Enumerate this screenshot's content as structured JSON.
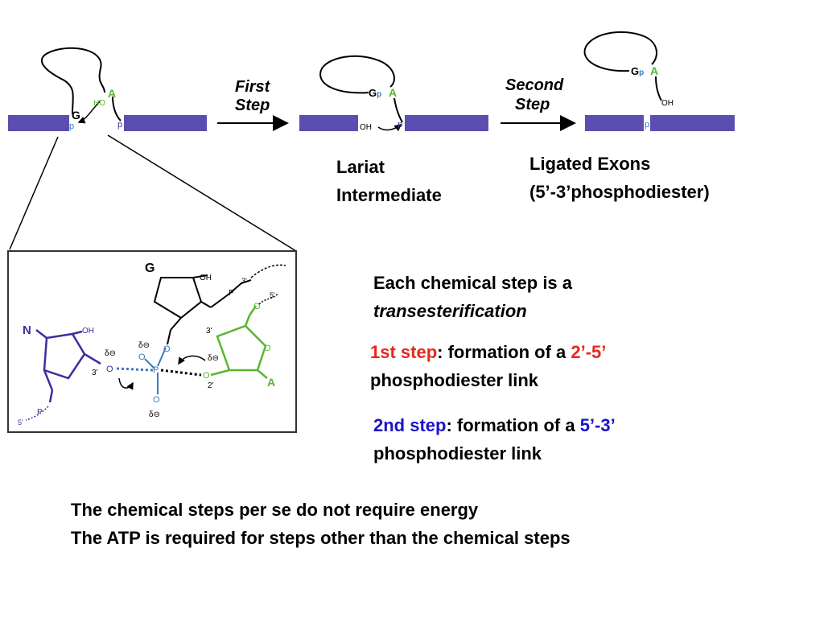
{
  "diagram": {
    "step1_arrow_label": [
      "First",
      "Step"
    ],
    "step2_arrow_label": [
      "Second",
      "Step"
    ],
    "splice_labels": {
      "G": "G",
      "A": "A",
      "HO": "HO",
      "p": "p",
      "OH": "OH",
      "Gp": "Gp"
    },
    "inset_labels": {
      "G": "G",
      "OH": "OH",
      "P": "P",
      "three_prime": "3'",
      "five_prime": "5'",
      "N": "N",
      "A": "A",
      "O": "O",
      "delta_minus": "δ⊖",
      "two_prime": "2'",
      "three_prime_dot": "3'"
    },
    "colors": {
      "exon": "#5a4fb0",
      "green": "#5ab52e",
      "blue_nuc": "#3a2f9e",
      "p_blue": "#3a78c0"
    }
  },
  "labels": {
    "lariat": [
      "Lariat",
      "Intermediate"
    ],
    "ligated": [
      "Ligated Exons",
      "(5’-3’phosphodiester)"
    ]
  },
  "text": {
    "each_step": "Each chemical step is a",
    "transesterification": "transesterification",
    "step1_prefix": "1st step",
    "step1_mid": ": formation of a ",
    "step1_link": "2’-5’",
    "step1_tail": "phosphodiester link",
    "step2_prefix": "2nd step",
    "step2_mid": ": formation of a ",
    "step2_link": "5’-3’",
    "step2_tail": "phosphodiester link",
    "note1": "The chemical steps per se do not require energy",
    "note2": "The ATP is required for steps other than the chemical steps"
  }
}
